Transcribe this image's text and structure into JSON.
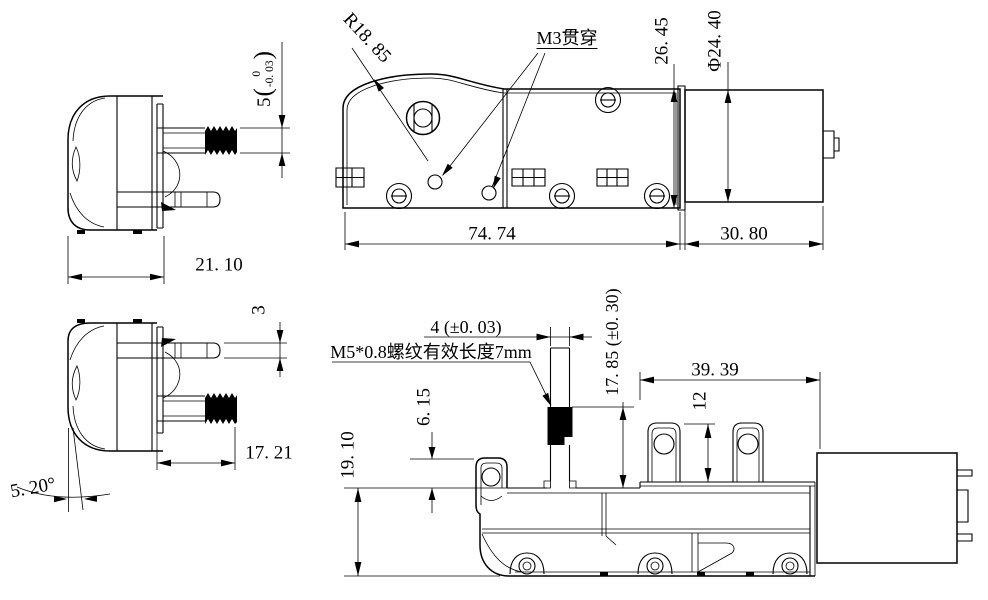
{
  "title": "gear-motor-dimension-drawing",
  "colors": {
    "ink": "#000000",
    "background": "#ffffff"
  },
  "views": {
    "side": {
      "dims": {
        "width": "21. 10",
        "shaft_dia": "5",
        "shaft_tol_upper": "0",
        "shaft_tol_lower": "-0. 03"
      }
    },
    "top": {
      "dims": {
        "radius": "R18. 85",
        "m3_note": "M3贯穿",
        "body_width": "26. 45",
        "motor_dia": "Φ24. 40",
        "gearbox_length": "74. 74",
        "motor_length": "30. 80"
      }
    },
    "side_flipped": {
      "dims": {
        "tab_thickness": "3",
        "shaft_length": "17. 21",
        "tilt_angle": "5. 20°"
      }
    },
    "front": {
      "dims": {
        "stud_dia": "4 (±0. 03)",
        "thread_note": "M5*0.8螺纹有效长度7mm",
        "stud_height": "17. 85 (±0. 30)",
        "plate_offset": "6. 15",
        "body_height": "19. 10",
        "ear_height": "12",
        "mount_span": "39. 39"
      }
    }
  }
}
